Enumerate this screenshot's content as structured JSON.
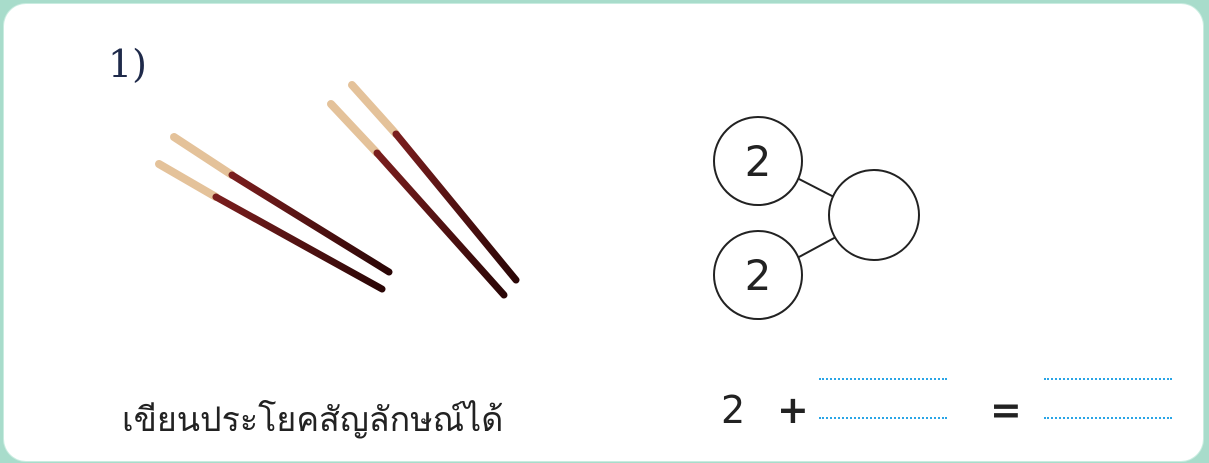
{
  "question_number": "1)",
  "number_bond": {
    "top_part": "2",
    "bottom_part": "2",
    "whole": ""
  },
  "prompt_text": "เขียนประโยคสัญลักษณ์ได้",
  "equation": {
    "first_addend": "2",
    "plus": "+",
    "equals": "="
  },
  "illustration": {
    "object": "chopsticks",
    "pairs": 2,
    "icon": "chopsticks-icon"
  },
  "colors": {
    "background": "#a8dccb",
    "blank_dots": "#2aa5e6",
    "chopstick_body": "#5a1414",
    "chopstick_tip": "#e8c9a0"
  }
}
